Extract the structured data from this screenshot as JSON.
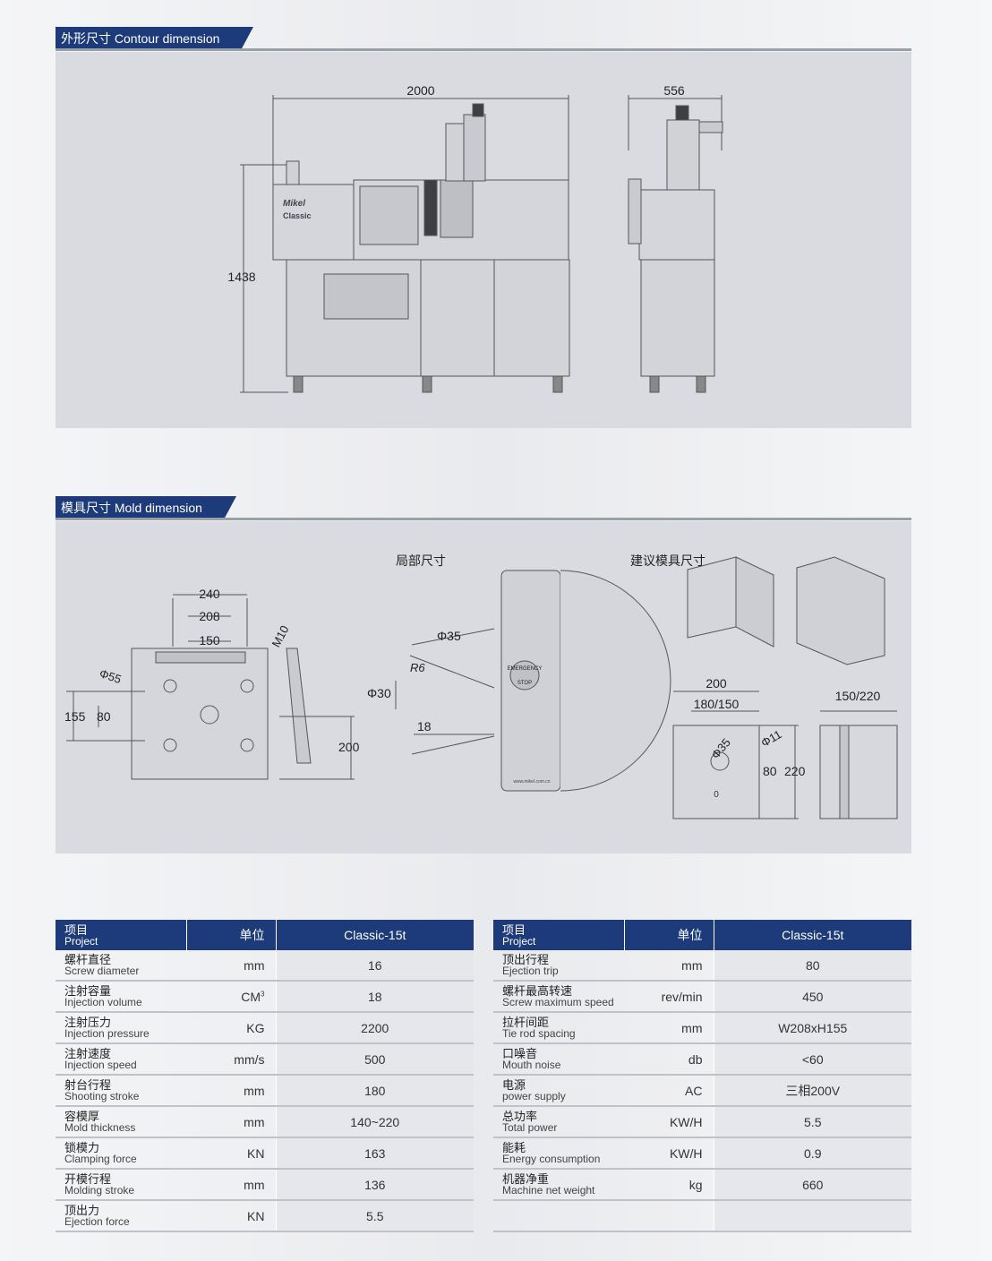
{
  "sections": {
    "contour": "外形尺寸 Contour dimension",
    "mold": "模具尺寸 Mold dimension"
  },
  "contour": {
    "width_dim": "2000",
    "height_dim": "1438",
    "side_width_dim": "556",
    "brand": "Mikel",
    "model": "Classic"
  },
  "mold": {
    "local_title": "局部尺寸",
    "suggest_title": "建议模具尺寸",
    "dims": {
      "d240": "240",
      "d208": "208",
      "d150": "150",
      "m10": "M10",
      "phi55": "Φ55",
      "d155": "155",
      "d80": "80",
      "d200": "200",
      "phi35": "Φ35",
      "r6": "R6",
      "phi30": "Φ30",
      "d18": "18",
      "s200": "200",
      "s180": "180/150",
      "sphi35": "Φ35",
      "phi11": "Φ11",
      "s80": "80",
      "s220": "220",
      "s150_220": "150/220",
      "zero": "0"
    },
    "panel": {
      "estop1": "EMERGENCY",
      "estop2": "STOP",
      "url": "www.mikel.com.cn"
    }
  },
  "table_left": {
    "header": {
      "item_cn": "项目",
      "item_en": "Project",
      "unit": "单位",
      "model": "Classic-15t"
    },
    "rows": [
      {
        "cn": "螺杆直径",
        "en": "Screw diameter",
        "unit": "mm",
        "value": "16"
      },
      {
        "cn": "注射容量",
        "en": "Injection volume",
        "unit": "CM",
        "value": "18"
      },
      {
        "cn": "注射压力",
        "en": "Injection pressure",
        "unit": "KG",
        "value": "2200"
      },
      {
        "cn": "注射速度",
        "en": "Injection speed",
        "unit": "mm/s",
        "value": "500"
      },
      {
        "cn": "射台行程",
        "en": "Shooting stroke",
        "unit": "mm",
        "value": "180"
      },
      {
        "cn": "容模厚",
        "en": "Mold thickness",
        "unit": "mm",
        "value": "140~220"
      },
      {
        "cn": "锁模力",
        "en": "Clamping force",
        "unit": "KN",
        "value": "163"
      },
      {
        "cn": "开模行程",
        "en": "Molding stroke",
        "unit": "mm",
        "value": "136"
      },
      {
        "cn": "顶出力",
        "en": "Ejection force",
        "unit": "KN",
        "value": "5.5"
      }
    ]
  },
  "table_right": {
    "header": {
      "item_cn": "项目",
      "item_en": "Project",
      "unit": "单位",
      "model": "Classic-15t"
    },
    "rows": [
      {
        "cn": "顶出行程",
        "en": "Ejection trip",
        "unit": "mm",
        "value": "80"
      },
      {
        "cn": "螺杆最高转速",
        "en": "Screw maximum speed",
        "unit": "rev/min",
        "value": "450"
      },
      {
        "cn": "拉杆间距",
        "en": "Tie rod spacing",
        "unit": "mm",
        "value": "W208xH155"
      },
      {
        "cn": "口噪音",
        "en": "Mouth noise",
        "unit": "db",
        "value": "<60"
      },
      {
        "cn": "电源",
        "en": "power supply",
        "unit": "AC",
        "value": "三相200V"
      },
      {
        "cn": "总功率",
        "en": "Total power",
        "unit": "KW/H",
        "value": "5.5"
      },
      {
        "cn": "能耗",
        "en": "Energy consumption",
        "unit": "KW/H",
        "value": "0.9"
      },
      {
        "cn": "机器净重",
        "en": "Machine net weight",
        "unit": "kg",
        "value": "660"
      },
      {
        "cn": "",
        "en": "",
        "unit": "",
        "value": ""
      }
    ]
  }
}
